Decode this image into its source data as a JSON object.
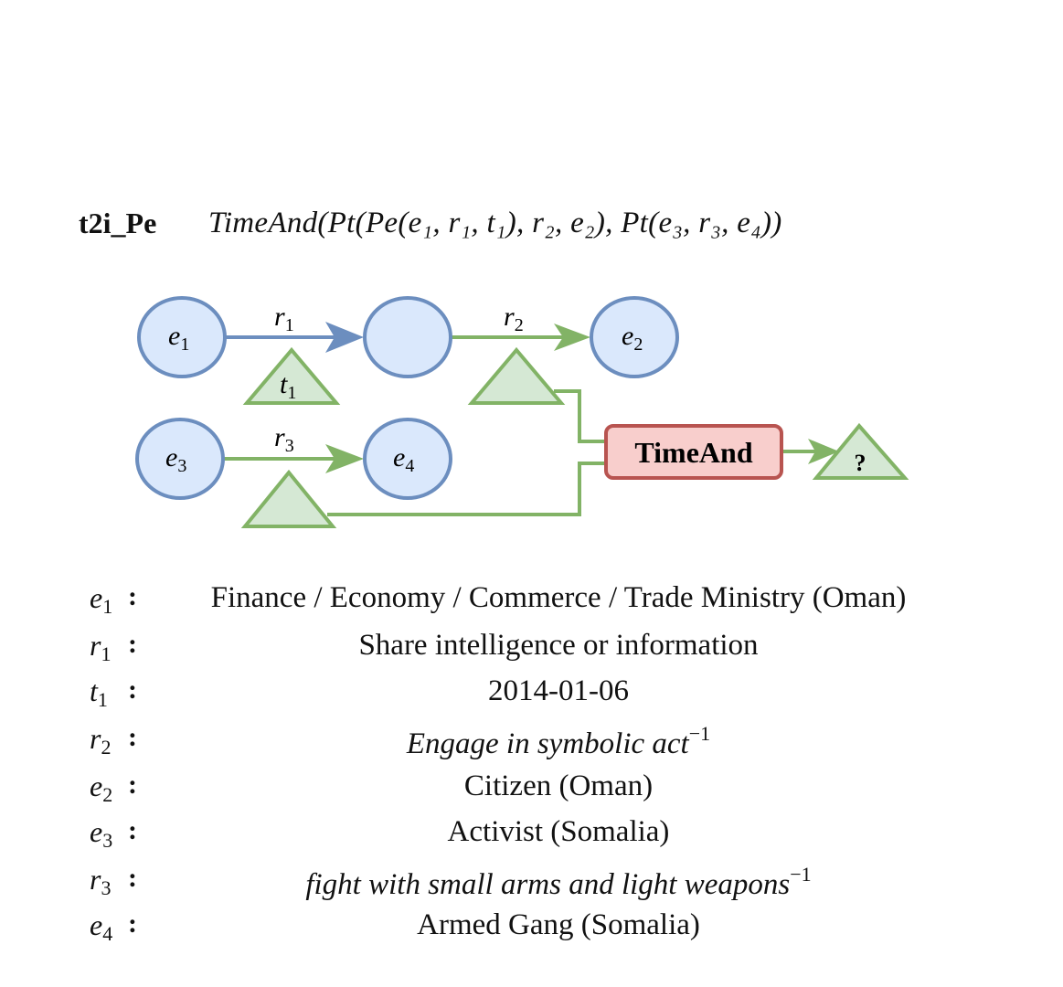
{
  "header": {
    "query_name": "t2i_Pe",
    "formula": "TimeAnd(Pt(Pe(e₁, r₁, t₁), r₂, e₂), Pt(e₃, r₃, e₄))"
  },
  "colors": {
    "entity_fill": "#dae8fc",
    "entity_stroke": "#6c8ebf",
    "time_fill": "#d5e8d4",
    "time_stroke": "#82b366",
    "operator_fill": "#f8cecc",
    "operator_stroke": "#b85450"
  },
  "diagram": {
    "nodes": {
      "e1": {
        "main": "e",
        "sub": "1"
      },
      "mid": {
        "main": "",
        "sub": ""
      },
      "e2": {
        "main": "e",
        "sub": "2"
      },
      "e3": {
        "main": "e",
        "sub": "3"
      },
      "e4": {
        "main": "e",
        "sub": "4"
      }
    },
    "edges": {
      "r1": {
        "main": "r",
        "sub": "1"
      },
      "r2": {
        "main": "r",
        "sub": "2"
      },
      "r3": {
        "main": "r",
        "sub": "3"
      }
    },
    "time_t1": {
      "main": "t",
      "sub": "1"
    },
    "operator": "TimeAnd",
    "result": "?"
  },
  "legend": [
    {
      "key": "e",
      "sub": "1",
      "value": "Finance / Economy / Commerce / Trade Ministry (Oman)",
      "italic": false,
      "sup": ""
    },
    {
      "key": "r",
      "sub": "1",
      "value": "Share intelligence or information",
      "italic": false,
      "sup": ""
    },
    {
      "key": "t",
      "sub": "1",
      "value": "2014-01-06",
      "italic": false,
      "sup": ""
    },
    {
      "key": "r",
      "sub": "2",
      "value": "Engage in symbolic act",
      "italic": true,
      "sup": "−1"
    },
    {
      "key": "e",
      "sub": "2",
      "value": "Citizen (Oman)",
      "italic": false,
      "sup": ""
    },
    {
      "key": "e",
      "sub": "3",
      "value": "Activist (Somalia)",
      "italic": false,
      "sup": ""
    },
    {
      "key": "r",
      "sub": "3",
      "value": "fight with small arms and light weapons",
      "italic": true,
      "sup": "−1"
    },
    {
      "key": "e",
      "sub": "4",
      "value": "Armed Gang (Somalia)",
      "italic": false,
      "sup": ""
    }
  ],
  "colon": ":"
}
